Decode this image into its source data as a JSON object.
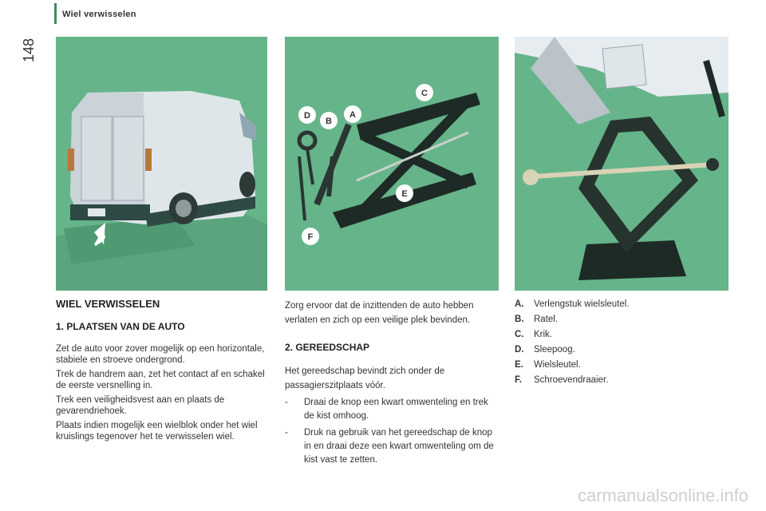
{
  "header": {
    "title": "Wiel verwisselen",
    "page_number": "148"
  },
  "figures": {
    "callouts": [
      "C",
      "D",
      "B",
      "A",
      "E",
      "F"
    ]
  },
  "col1": {
    "heading": "WIEL VERWISSELEN",
    "subheading": "1. PLAATSEN VAN DE AUTO",
    "paragraphs": [
      "Zet de auto voor zover mogelijk op een horizontale, stabiele en stroeve ondergrond.",
      "Trek de handrem aan, zet het contact af en schakel de eerste versnelling in.",
      "Trek een veiligheidsvest aan en plaats de gevarendriehoek.",
      "Plaats indien mogelijk een wielblok onder het wiel kruislings tegenover het te verwisselen wiel."
    ]
  },
  "col2": {
    "intro": "Zorg ervoor dat de inzittenden de auto hebben verlaten en zich op een veilige plek bevinden.",
    "subheading": "2. GEREEDSCHAP",
    "text": "Het gereedschap bevindt zich onder de passagierszitplaats vóór.",
    "bullets": [
      {
        "dash": "-",
        "text": "Draai de knop een kwart omwenteling en trek de kist omhoog."
      },
      {
        "dash": "-",
        "text": "Druk na gebruik van het gereedschap de knop in en draai deze een kwart omwenteling om de kist vast te zetten."
      }
    ]
  },
  "legend": [
    {
      "key": "A.",
      "label": "Verlengstuk wielsleutel."
    },
    {
      "key": "B.",
      "label": "Ratel."
    },
    {
      "key": "C.",
      "label": "Krik."
    },
    {
      "key": "D.",
      "label": "Sleepoog."
    },
    {
      "key": "E.",
      "label": "Wielsleutel."
    },
    {
      "key": "F.",
      "label": "Schroevendraaier."
    }
  ],
  "watermark": "carmanualsonline.info"
}
